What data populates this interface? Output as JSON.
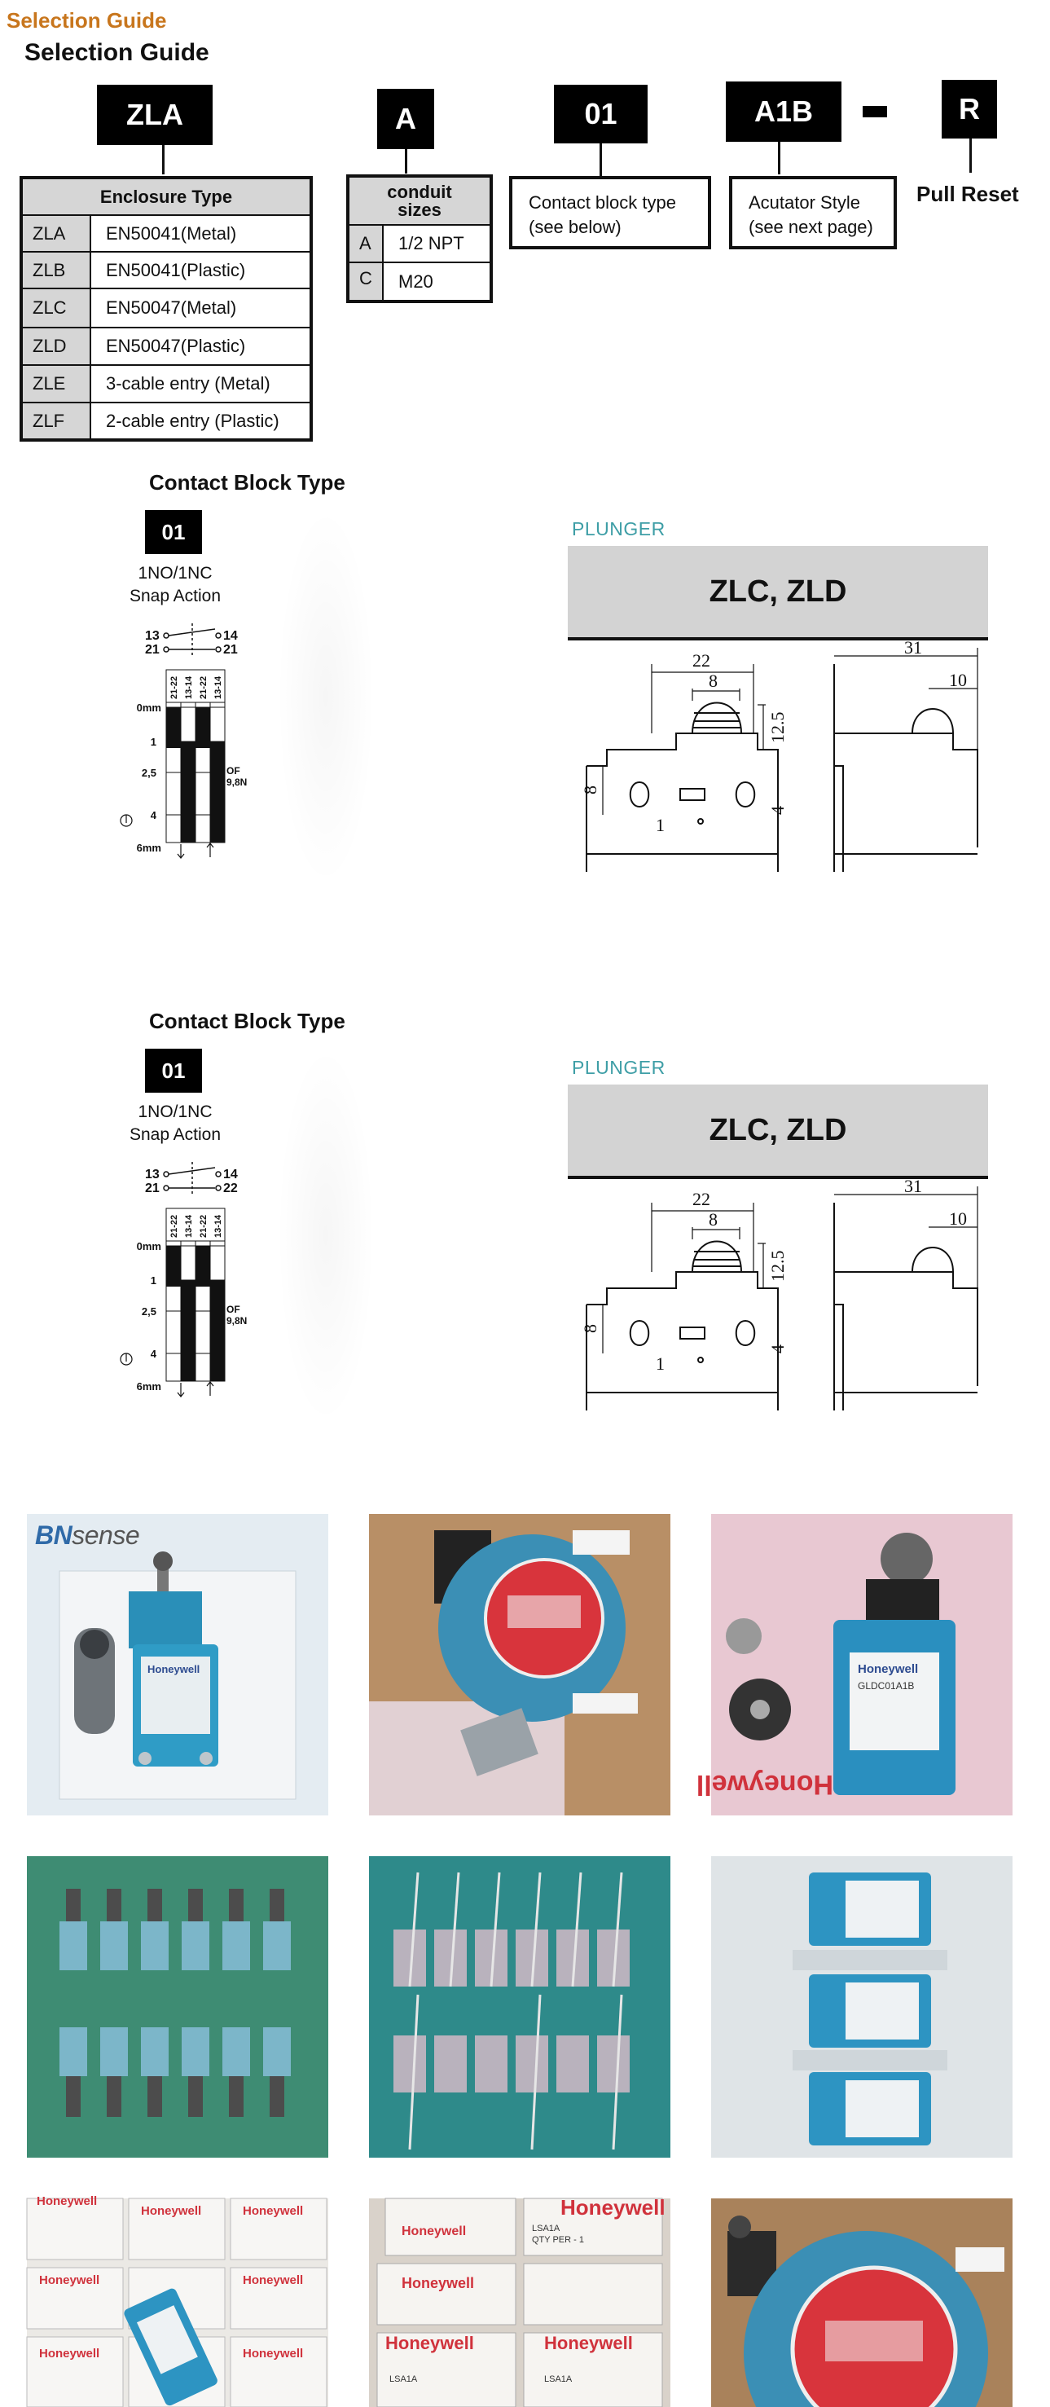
{
  "header": {
    "brand_title": "Selection Guide",
    "page_title": "Selection Guide"
  },
  "codes": {
    "enclosure": "ZLA",
    "conduit": "A",
    "contact": "01",
    "actuator": "A1B",
    "separator": "-",
    "reset": "R",
    "reset_label": "Pull Reset"
  },
  "enclosure_table": {
    "header": "Enclosure Type",
    "rows": [
      {
        "code": "ZLA",
        "desc": "EN50041(Metal)"
      },
      {
        "code": "ZLB",
        "desc": "EN50041(Plastic)"
      },
      {
        "code": "ZLC",
        "desc": "EN50047(Metal)"
      },
      {
        "code": "ZLD",
        "desc": "EN50047(Plastic)"
      },
      {
        "code": "ZLE",
        "desc": "3-cable entry (Metal)"
      },
      {
        "code": "ZLF",
        "desc": "2-cable entry (Plastic)"
      }
    ]
  },
  "conduit_table": {
    "header_line1": "conduit",
    "header_line2": "sizes",
    "rows": [
      {
        "code": "A",
        "desc": "1/2 NPT"
      },
      {
        "code": "C",
        "desc": "M20"
      }
    ]
  },
  "contact_box": {
    "line1": "Contact block  type",
    "line2": "(see below)"
  },
  "actuator_box": {
    "line1": "Acutator Style",
    "line2": "(see next page)"
  },
  "contact_sections": [
    {
      "title": "Contact Block Type",
      "code": "01",
      "line1": "1NO/1NC",
      "line2": "Snap Action",
      "plunger_label": "PLUNGER",
      "model": "ZLC, ZLD"
    },
    {
      "title": "Contact Block Type",
      "code": "01",
      "line1": "1NO/1NC",
      "line2": "Snap Action",
      "plunger_label": "PLUNGER",
      "model": "ZLC, ZLD"
    }
  ],
  "diagram": {
    "terminals_top_left": "13",
    "terminals_top_right": "14",
    "terminals_bottom_left": "21",
    "terminals_bottom_right": "22",
    "columns": [
      "21-22",
      "13-14",
      "21-22",
      "13-14"
    ],
    "rows": [
      "0mm",
      "1",
      "2,5",
      "4",
      "6mm"
    ],
    "force_line1": "OF",
    "force_line2": "9,8N"
  },
  "dimensions": {
    "width_front": "22",
    "plunger_width": "8",
    "height": "12.5",
    "base_height": "8",
    "offset": "4",
    "small": "1",
    "width_side": "31",
    "side_plunger": "10"
  },
  "photos": {
    "logo_bn": "BN",
    "logo_sense": "sense",
    "brand": "Honeywell",
    "label_1": "GLDC01A1B",
    "label_2": "LSA1A",
    "qty": "QTY PER - 1"
  }
}
